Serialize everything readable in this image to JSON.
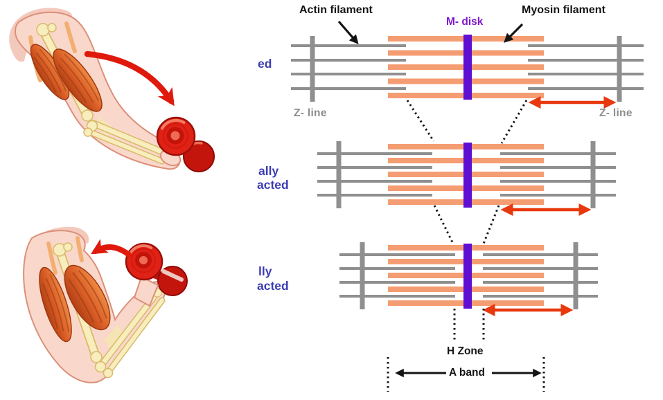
{
  "labels": {
    "actin_filament": "Actin filament",
    "myosin_filament": "Myosin filament",
    "m_disk": "M- disk",
    "z_line_left": "Z- line",
    "z_line_right": "Z- line",
    "h_zone": "H Zone",
    "a_band": "A band"
  },
  "states": [
    {
      "id": "sarcomere-relaxed",
      "line1": "ed",
      "line2": ""
    },
    {
      "id": "sarcomere-partially-contracted",
      "line1": "ally",
      "line2": "acted"
    },
    {
      "id": "sarcomere-fully-contracted",
      "line1": "lly",
      "line2": "acted"
    }
  ],
  "colors": {
    "myosin_filament": "#F59D72",
    "actin_filament": "#8F8F8F",
    "z_line": "#8F8F8F",
    "m_disk": "#5E0FD2",
    "contraction_arrow": "#E8380E",
    "motion_arrow": "#E0190D",
    "state_label_text": "#3C3CB4",
    "m_disk_label_text": "#7E17CF",
    "z_line_label_text": "#8C8C8C",
    "annotation_text": "#151515",
    "skin": "#F9D8CB",
    "bone": "#F7EDBD",
    "muscle": "#D8602A",
    "dumbbell": "#E02116"
  }
}
